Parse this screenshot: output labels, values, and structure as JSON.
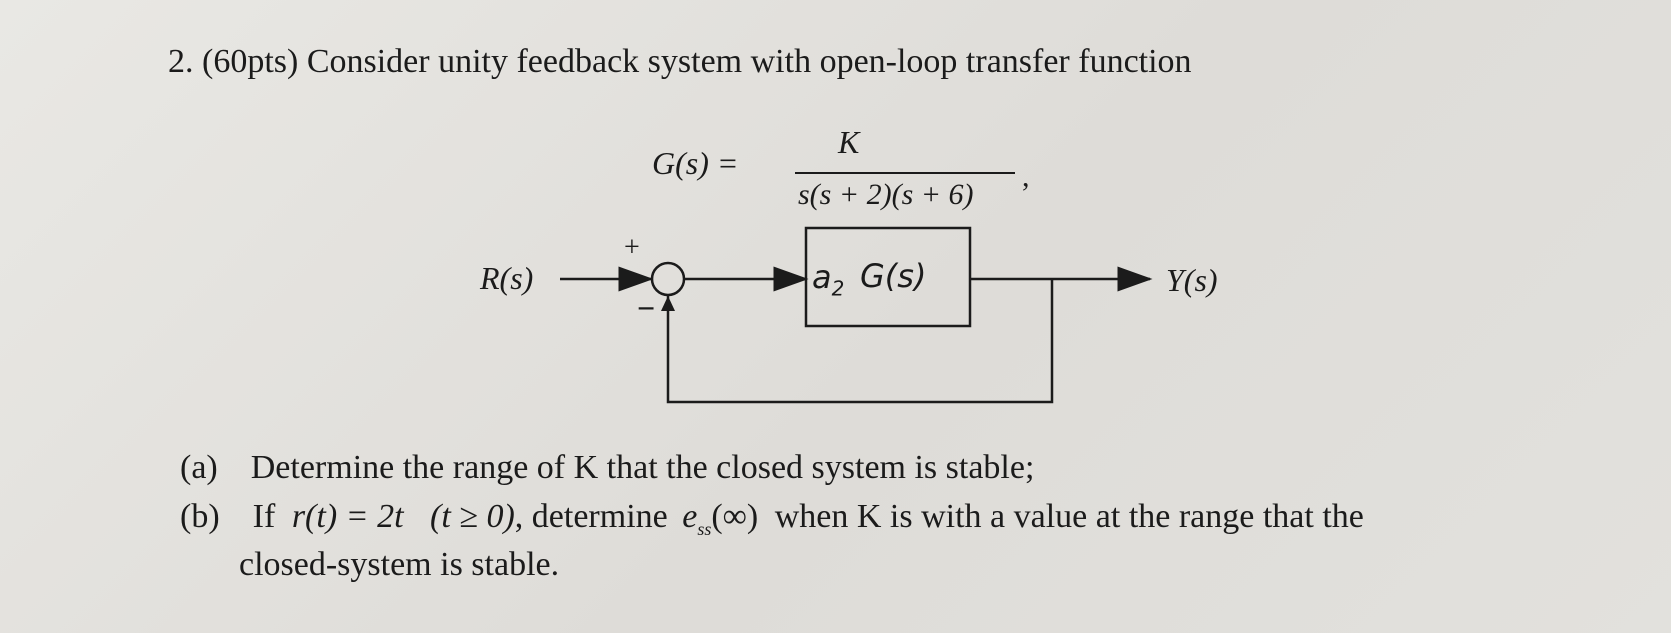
{
  "question": {
    "number": "2.",
    "points": "(60pts)",
    "prompt": "Consider unity feedback system with open-loop transfer function"
  },
  "equation": {
    "lhs": "G(s) =",
    "numerator": "K",
    "denominator": "s(s + 2)(s + 6)",
    "trailing": ","
  },
  "diagram": {
    "input_label": "R(s)",
    "output_label": "Y(s)",
    "plus_sign": "+",
    "minus_sign": "−",
    "block_gain": "a",
    "block_gain_subscript": "2",
    "block_function": "G(s)"
  },
  "parts": [
    {
      "label": "(a)",
      "text": "Determine the range of K that the closed system is stable;"
    },
    {
      "label": "(b)",
      "text_if": "If",
      "r_t": "r(t) = 2t",
      "condition": "(t ≥ 0)",
      "text_determine": ", determine",
      "e_main": "e",
      "e_sub": "ss",
      "e_arg": "(∞)",
      "text_rest_1": "when K is with a value at the range that the",
      "text_rest_2": "closed-system is stable."
    }
  ]
}
